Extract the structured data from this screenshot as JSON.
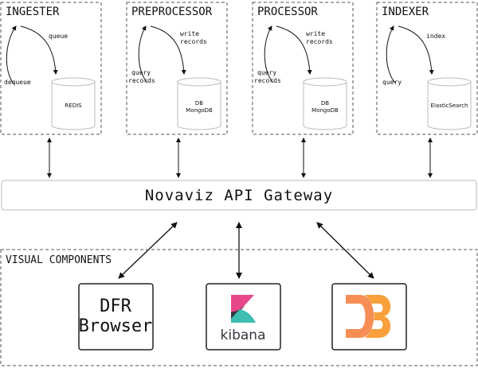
{
  "services": {
    "ingester": {
      "title": "INGESTER",
      "arrow_top": "queue",
      "arrow_bottom": "dequeue",
      "db_line1": "REDIS",
      "db_line2": ""
    },
    "preprocessor": {
      "title": "PREPROCESSOR",
      "arrow_top_line1": "write",
      "arrow_top_line2": "records",
      "arrow_bottom_line1": "query",
      "arrow_bottom_line2": "records",
      "db_line1": "DB",
      "db_line2": "MongoDB"
    },
    "processor": {
      "title": "PROCESSOR",
      "arrow_top_line1": "write",
      "arrow_top_line2": "records",
      "arrow_bottom_line1": "query",
      "arrow_bottom_line2": "records",
      "db_line1": "DB",
      "db_line2": "MongoDB"
    },
    "indexer": {
      "title": "INDEXER",
      "arrow_top": "index",
      "arrow_bottom": "query",
      "db_line1": "ElasticSearch",
      "db_line2": ""
    }
  },
  "gateway": {
    "label": "Novaviz API Gateway"
  },
  "visual_components": {
    "title": "VISUAL COMPONENTS",
    "dfr_line1": "DFR",
    "dfr_line2": "Browser",
    "kibana_label": "kibana",
    "kibana_colors": {
      "pink": "#e8478b",
      "teal": "#3ebeb0",
      "dark": "#343741"
    },
    "d3_colors": {
      "orange": "#f9a03c",
      "red": "#f68e56",
      "deep": "#b84e51"
    }
  }
}
